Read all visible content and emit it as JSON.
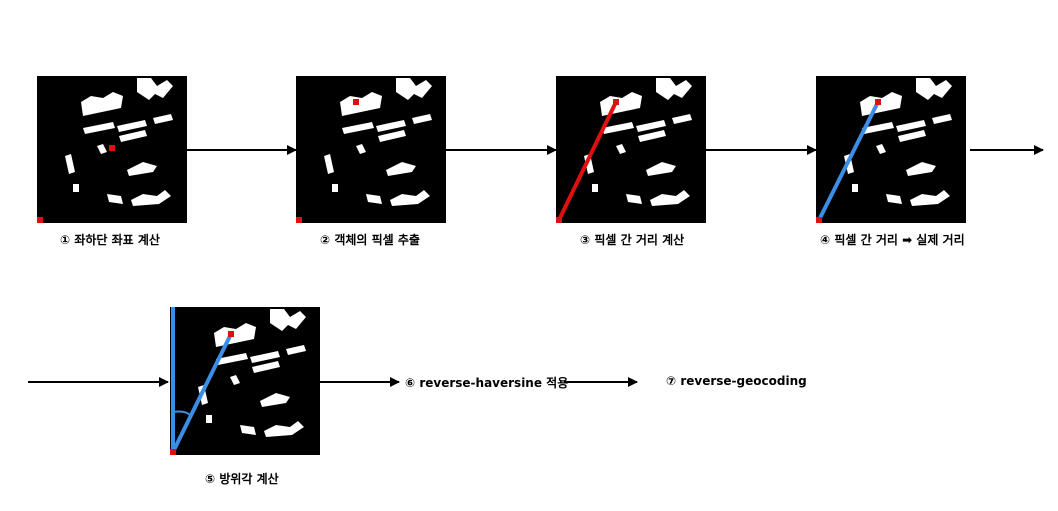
{
  "steps": [
    {
      "caption": "① 좌하단 좌표 계산"
    },
    {
      "caption": "② 객체의 픽셀 추출"
    },
    {
      "caption": "③ 픽셀 간 거리 계산"
    },
    {
      "caption": "④ 픽셀 간 거리 ➡ 실제 거리"
    },
    {
      "caption": "⑤ 방위각 계산"
    },
    {
      "caption": "⑥ reverse-haversine 적용"
    },
    {
      "caption": "⑦ reverse-geocoding"
    }
  ],
  "colors": {
    "background": "#000000",
    "building": "#ffffff",
    "marker": "#e01010",
    "distance_line_pixel": "#e01010",
    "distance_line_real": "#3a8ee6",
    "arrow": "#000000"
  }
}
